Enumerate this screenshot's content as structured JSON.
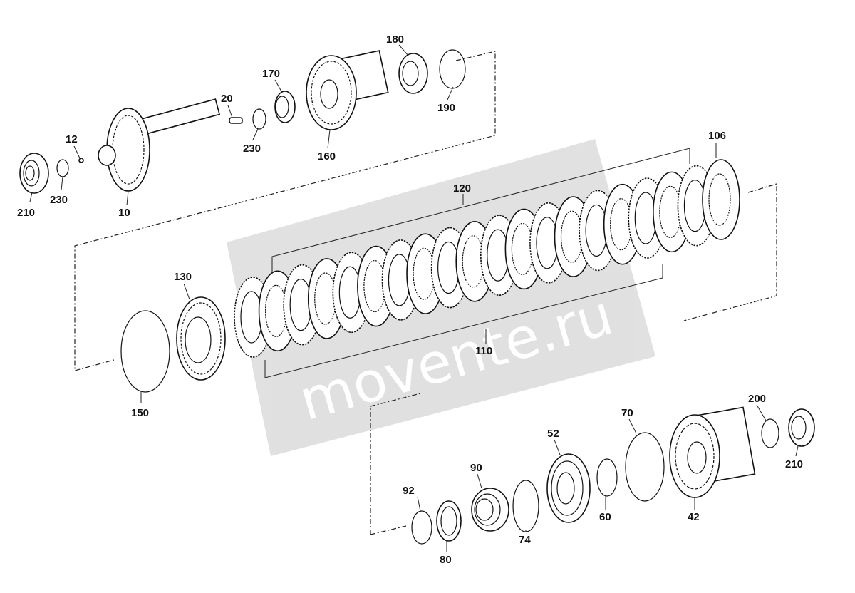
{
  "diagram": {
    "watermark": {
      "text": "movente.ru",
      "color": "#bdbdbd"
    },
    "labels": {
      "p10": "10",
      "p12": "12",
      "p20": "20",
      "p42": "42",
      "p52": "52",
      "p60": "60",
      "p70": "70",
      "p74": "74",
      "p80": "80",
      "p90": "90",
      "p92": "92",
      "p106": "106",
      "p110": "110",
      "p120": "120",
      "p130": "130",
      "p150": "150",
      "p160": "160",
      "p170": "170",
      "p180": "180",
      "p190": "190",
      "p200": "200",
      "p210a": "210",
      "p210b": "210",
      "p230a": "230",
      "p230b": "230"
    }
  }
}
